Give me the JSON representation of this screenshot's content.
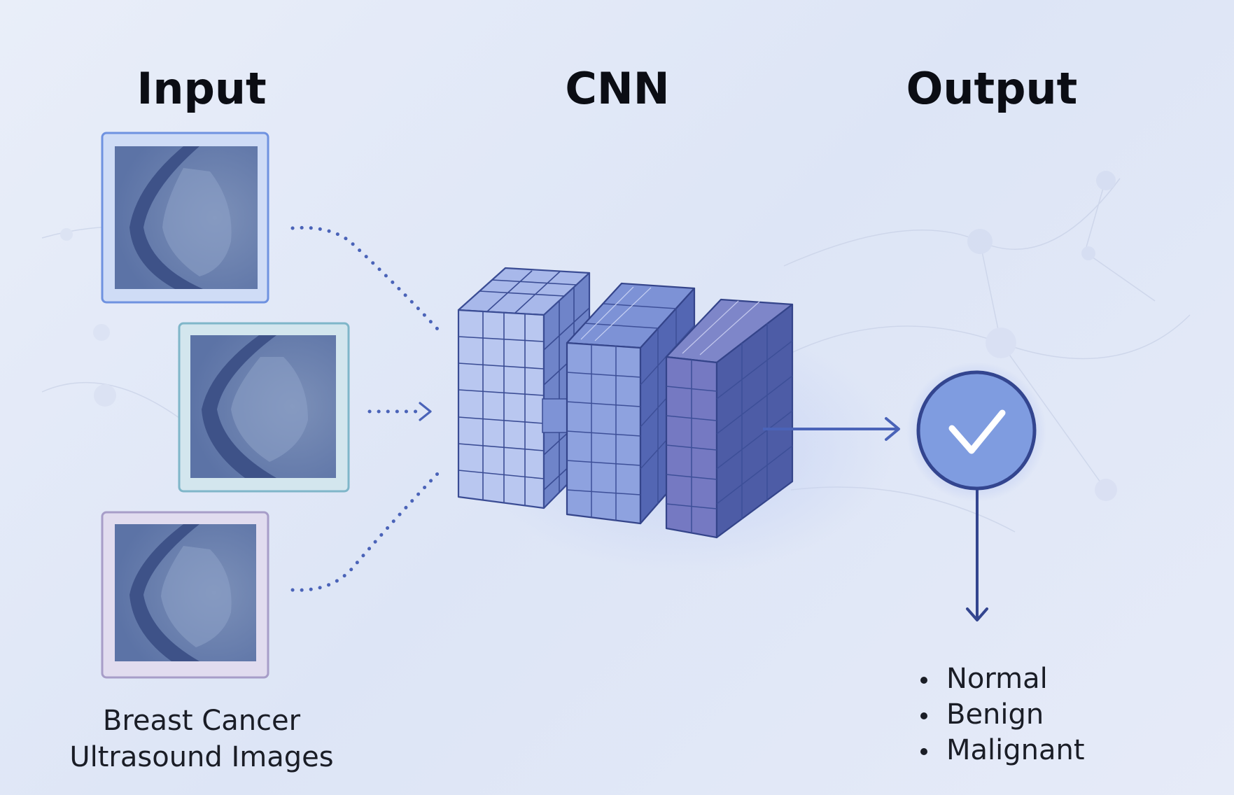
{
  "headings": {
    "input": "Input",
    "cnn": "CNN",
    "output": "Output"
  },
  "input_caption": {
    "line1": "Breast Cancer",
    "line2": "Ultrasound Images"
  },
  "output_classes": [
    "Normal",
    "Benign",
    "Malignant"
  ],
  "colors": {
    "background": "#e4eaf7",
    "accent_blue": "#4a63b8",
    "cnn_front": "#7d93d8",
    "cnn_side": "#4f63ad",
    "cnn_top": "#8fa3e0",
    "text": "#0b0d14",
    "check_circle": "#6f8fdc"
  },
  "icons": {
    "check": "check-icon",
    "arrow": "arrow-right-icon",
    "arrow_down": "arrow-down-icon"
  }
}
